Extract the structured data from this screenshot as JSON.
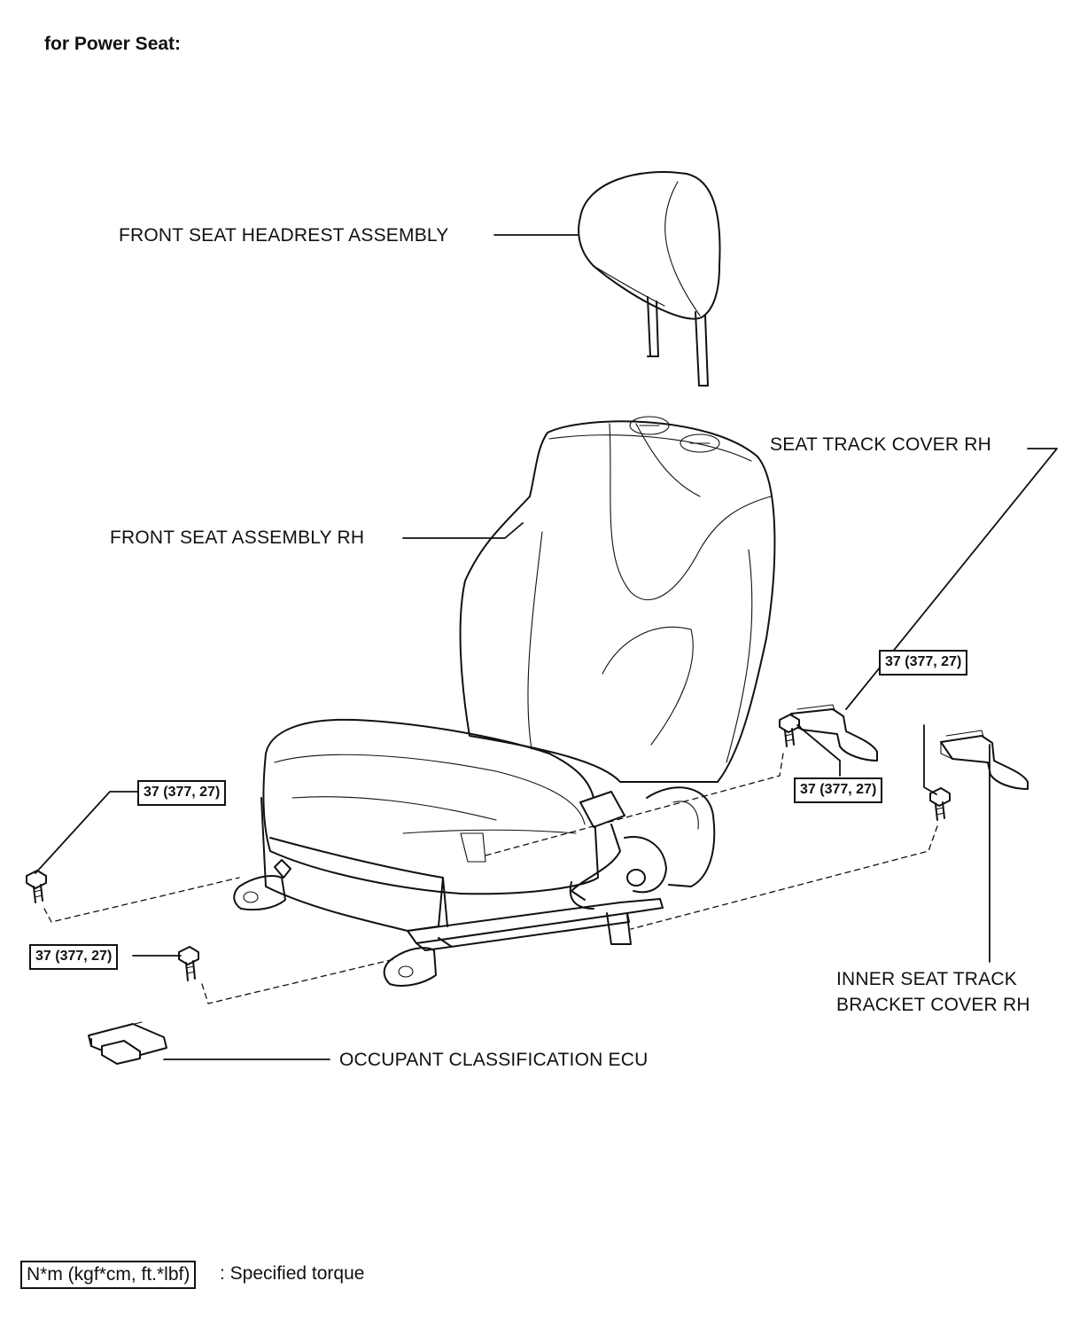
{
  "heading": "for Power Seat:",
  "labels": {
    "headrest": "FRONT SEAT HEADREST ASSEMBLY",
    "seat": "FRONT SEAT ASSEMBLY RH",
    "track_cover": "SEAT TRACK COVER RH",
    "inner_cover_line1": "INNER SEAT TRACK",
    "inner_cover_line2": "BRACKET COVER RH",
    "ecu": "OCCUPANT CLASSIFICATION ECU"
  },
  "torque": {
    "right_upper": "37 (377, 27)",
    "right_mid": "37 (377, 27)",
    "left_upper": "37 (377, 27)",
    "left_lower": "37 (377, 27)"
  },
  "legend": {
    "unit_box": "N*m (kgf*cm, ft.*lbf)",
    "description": ": Specified torque"
  }
}
